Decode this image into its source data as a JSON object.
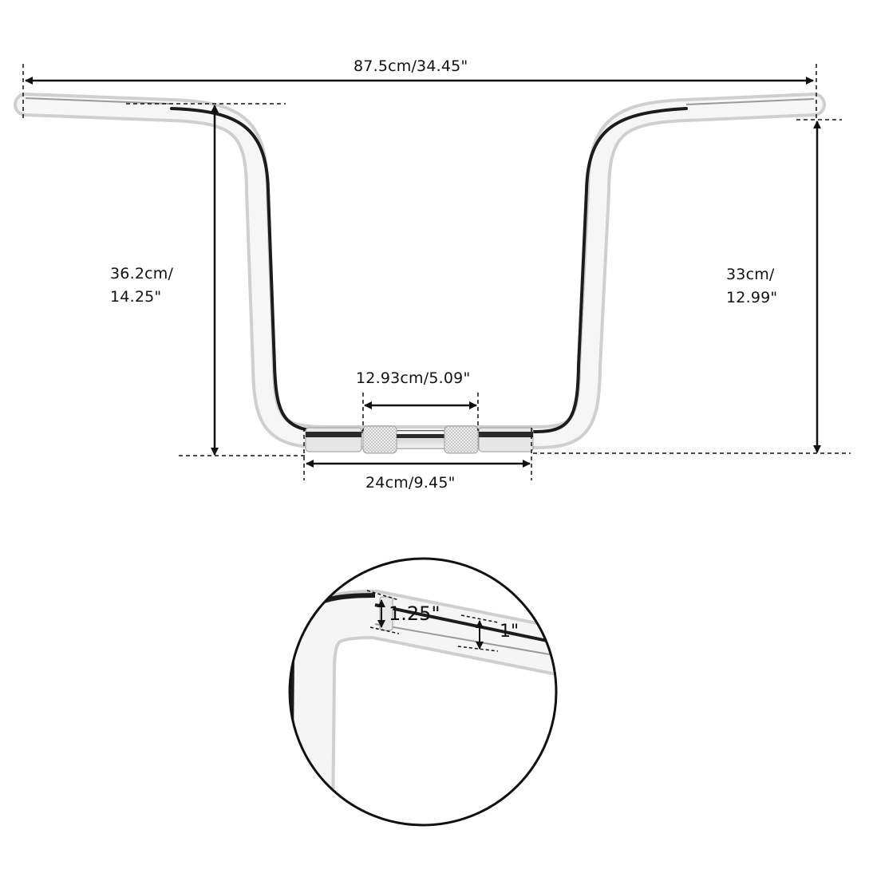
{
  "dimensions": {
    "total_width": "87.5cm/34.45\"",
    "left_rise_line1": "36.2cm/",
    "left_rise_line2": "14.25\"",
    "right_rise_line1": "33cm/",
    "right_rise_line2": "12.99\"",
    "center_knurl": "12.93cm/5.09\"",
    "center_width": "24cm/9.45\""
  },
  "detail": {
    "clamp_diameter": "1.25\"",
    "grip_diameter": "1\""
  },
  "colors": {
    "line": "#111111",
    "chrome_light": "#f4f4f4",
    "chrome_mid": "#c9c9c9",
    "chrome_dark": "#1c1c1c"
  }
}
